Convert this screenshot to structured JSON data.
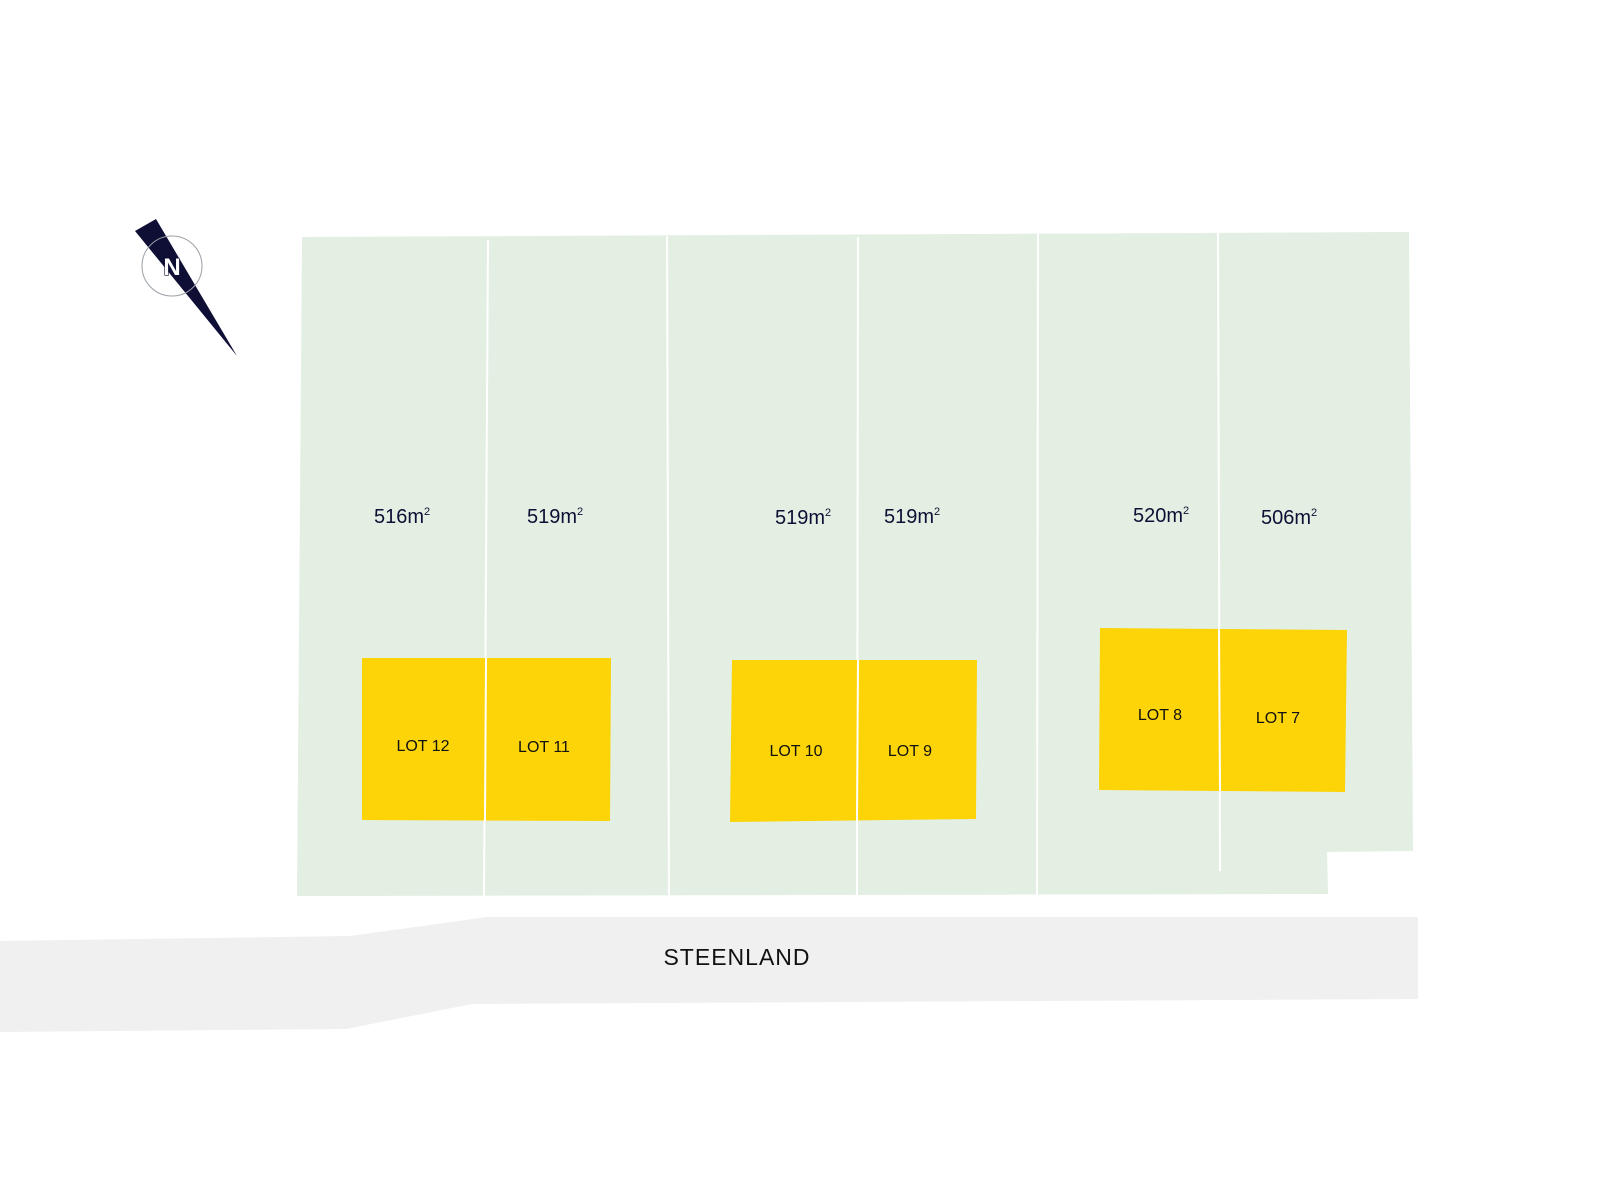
{
  "colors": {
    "land": "#e3efe2",
    "road": "#f0f0f0",
    "house": "#fcd408",
    "ink": "#0f0f35"
  },
  "compass": {
    "letter": "N",
    "icon": "north-arrow-icon"
  },
  "street": {
    "name": "STEENLAND"
  },
  "lots": [
    {
      "id": "lot-12",
      "label": "LOT 12",
      "area_value": "516",
      "area_unit": "m",
      "area_sup": "2"
    },
    {
      "id": "lot-11",
      "label": "LOT 11",
      "area_value": "519",
      "area_unit": "m",
      "area_sup": "2"
    },
    {
      "id": "lot-10",
      "label": "LOT 10",
      "area_value": "519",
      "area_unit": "m",
      "area_sup": "2"
    },
    {
      "id": "lot-9",
      "label": "LOT 9",
      "area_value": "519",
      "area_unit": "m",
      "area_sup": "2"
    },
    {
      "id": "lot-8",
      "label": "LOT 8",
      "area_value": "520",
      "area_unit": "m",
      "area_sup": "2"
    },
    {
      "id": "lot-7",
      "label": "LOT 7",
      "area_value": "506",
      "area_unit": "m",
      "area_sup": "2"
    }
  ]
}
